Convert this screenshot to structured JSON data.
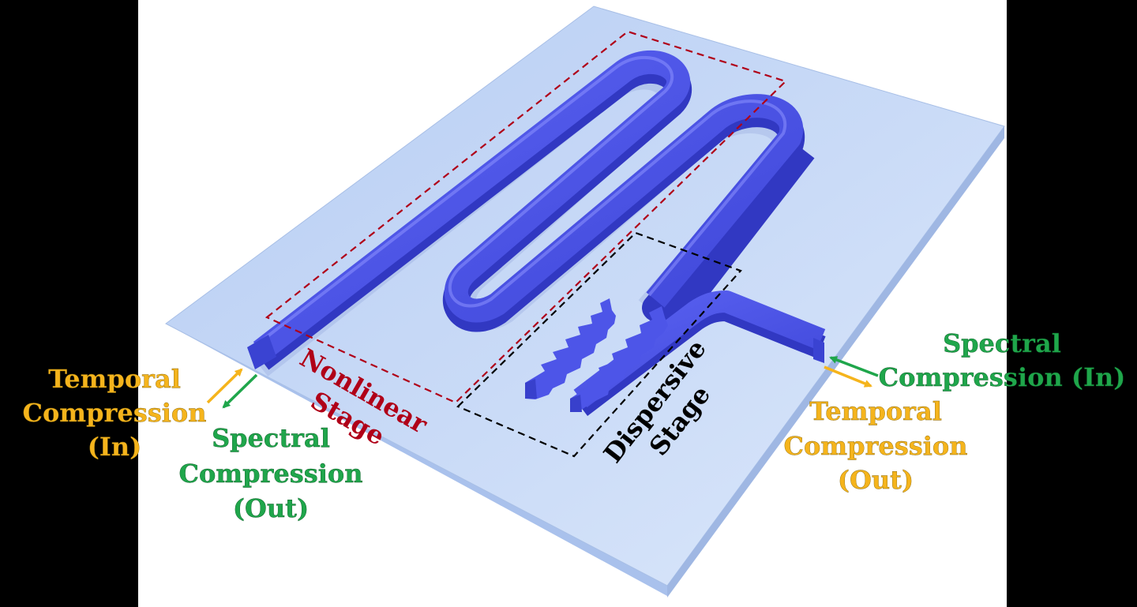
{
  "colors": {
    "temporal": "#f5b41c",
    "spectral": "#1fa64b",
    "nonlinear": "#b00018",
    "dispersive": "#000000",
    "waveguide": "#4a55ee",
    "substrate": "#c5d9f8"
  },
  "labels": {
    "left_temporal": [
      "Temporal",
      "Compression",
      "(In)"
    ],
    "left_spectral": [
      "Spectral",
      "Compression",
      "(Out)"
    ],
    "right_spectral": [
      "Spectral",
      "Compression (In)"
    ],
    "right_temporal": [
      "Temporal",
      "Compression",
      "(Out)"
    ],
    "nonlinear": [
      "Nonlinear",
      "Stage"
    ],
    "dispersive": [
      "Dispersive",
      "Stage"
    ]
  }
}
